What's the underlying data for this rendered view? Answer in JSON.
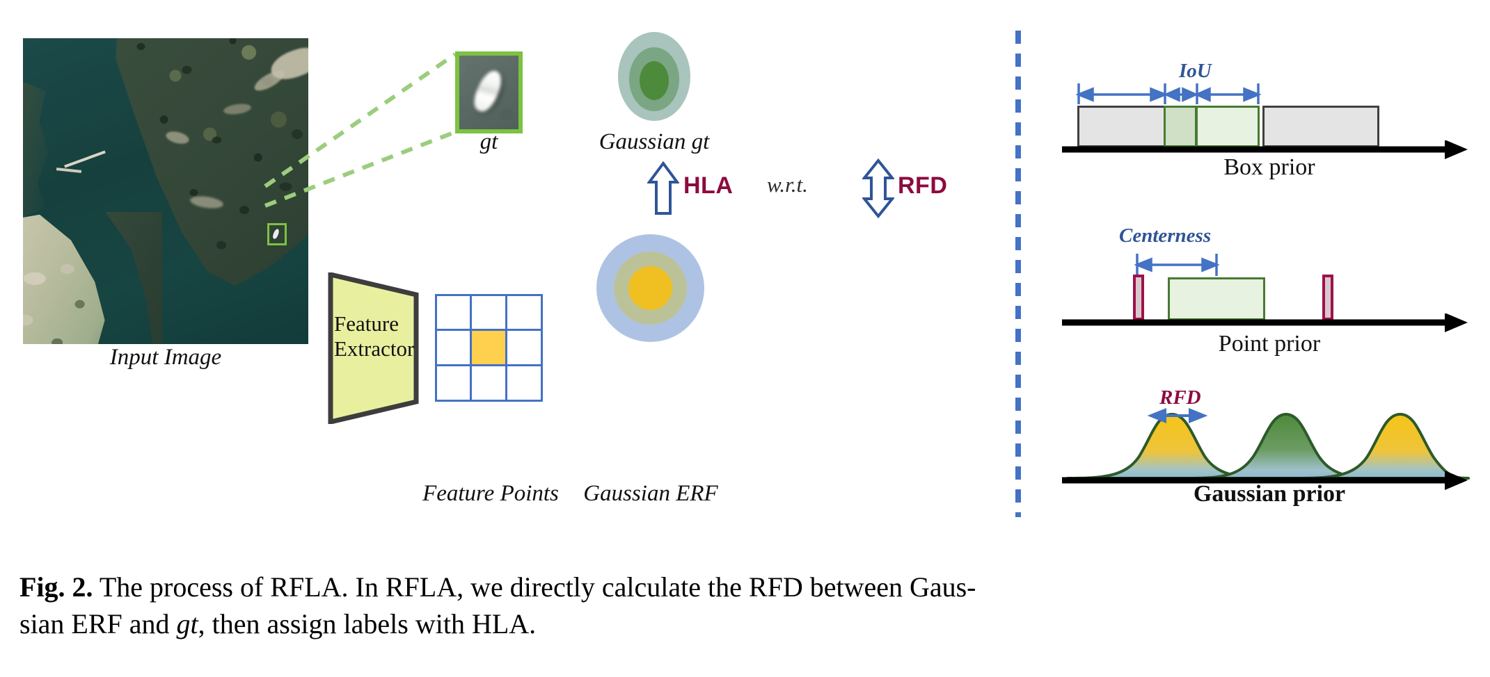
{
  "figure": {
    "id": "Fig. 2.",
    "caption_part1": "The process of RFLA. In RFLA, we directly calculate the RFD between Gaus-",
    "caption_part2_pre": "sian ERF and ",
    "caption_part2_italic": "gt",
    "caption_part2_post": ", then assign labels with HLA."
  },
  "left_panel": {
    "input_image_label": "Input Image",
    "gt_label": "gt",
    "gaussian_gt_label": "Gaussian gt",
    "feature_extractor_label": "Feature\nExtractor",
    "feature_extractor_line1": "Feature",
    "feature_extractor_line2": "Extractor",
    "feature_points_label": "Feature Points",
    "gaussian_erf_label": "Gaussian ERF",
    "hla_label": "HLA",
    "wrt_label": "w.r.t.",
    "rfd_label": "RFD",
    "hla_arrow_icon": "arrow-up-outline-icon",
    "rfd_arrow_icon": "arrow-up-down-outline-icon"
  },
  "right_panel": {
    "rows": [
      {
        "title": "Box prior",
        "measure": "IoU",
        "measure_color": "#2f5597",
        "bold_title": false
      },
      {
        "title": "Point prior",
        "measure": "Centerness",
        "measure_color": "#2f5597",
        "bold_title": false
      },
      {
        "title": "Gaussian prior",
        "measure": "RFD",
        "measure_color": "#8c0b3e",
        "bold_title": true
      }
    ]
  },
  "colors": {
    "gt_box_green": "#7dc242",
    "grid_blue": "#4472c4",
    "highlight_yellow": "#ffd04d",
    "feature_extractor_fill": "#e8f0a0",
    "gaussian_gt_outer": "#a8c4bd",
    "gaussian_gt_mid": "#7aa683",
    "gaussian_gt_inner": "#4d8a3b",
    "erf_outer": "#aec3e3",
    "erf_mid": "#bcc298",
    "erf_inner": "#f0c023",
    "accent_red": "#8c0b3e",
    "accent_blue": "#2f5597",
    "box_gray": "#e4e4e4",
    "box_green_dark": "#cfe0c6",
    "box_green_light": "#e7f2e0",
    "point_bar_outline": "#9e1149",
    "divider_blue": "#4472c4"
  },
  "chart_data": {
    "type": "line",
    "title": "Gaussian prior",
    "xlabel": "",
    "ylabel": "",
    "grid": false,
    "series": [
      {
        "name": "gaussian-1",
        "peak_x": 160,
        "peak_height": 86,
        "sigma": 46,
        "fill": "#f5c518"
      },
      {
        "name": "gaussian-2",
        "peak_x": 330,
        "peak_height": 86,
        "sigma": 40,
        "fill": "#4d8a3b"
      },
      {
        "name": "gaussian-3",
        "peak_x": 510,
        "peak_height": 86,
        "sigma": 46,
        "fill": "#f5c518"
      }
    ],
    "annotation": {
      "label": "RFD",
      "from_x": 190,
      "to_x": 320
    }
  }
}
